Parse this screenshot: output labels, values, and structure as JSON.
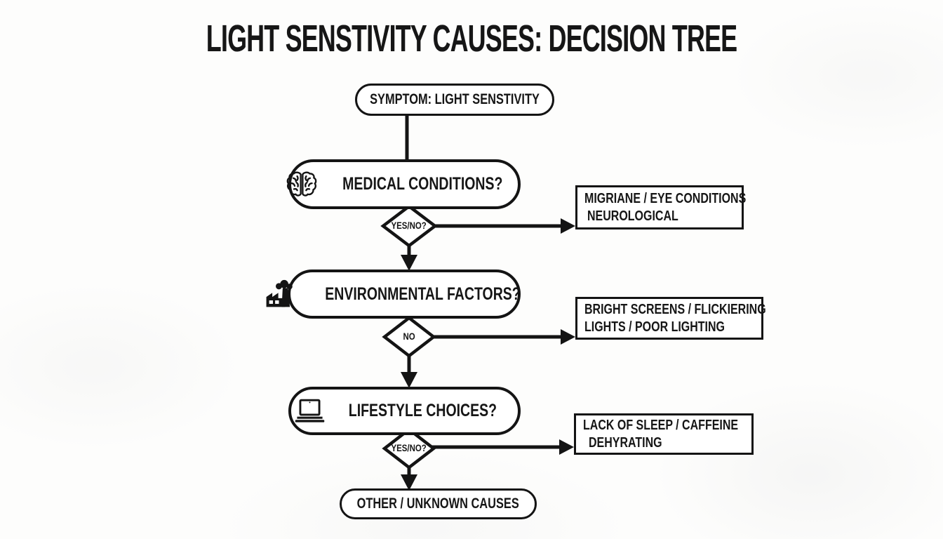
{
  "title": "LIGHT SENSTIVITY CAUSES: DECISION TREE",
  "flowchart": {
    "start": {
      "label": "SYMPTOM: LIGHT SENSTIVITY"
    },
    "steps": [
      {
        "question": "MEDICAL CONDITIONS?",
        "icon": "brain-icon",
        "decision_label": "YES/NO?",
        "outcome_lines": [
          "MIGRIANE / EYE CONDITIONS",
          "NEUROLOGICAL"
        ]
      },
      {
        "question": "ENVIRONMENTAL FACTORS?",
        "icon": "factory-icon",
        "decision_label": "NO",
        "outcome_lines": [
          "BRIGHT SCREENS / FLICKIERING",
          "LIGHTS / POOR LIGHTING"
        ]
      },
      {
        "question": "LIFESTYLE CHOICES?",
        "icon": "laptop-icon",
        "decision_label": "YES/NO?",
        "outcome_lines": [
          "LACK OF SLEEP / CAFFEINE",
          "DEHYRATING"
        ]
      }
    ],
    "terminal": {
      "label": "OTHER / UNKNOWN CAUSES"
    }
  },
  "colors": {
    "ink": "#141414",
    "box_fill": "#ffffff",
    "background": "#fdfdfc"
  }
}
